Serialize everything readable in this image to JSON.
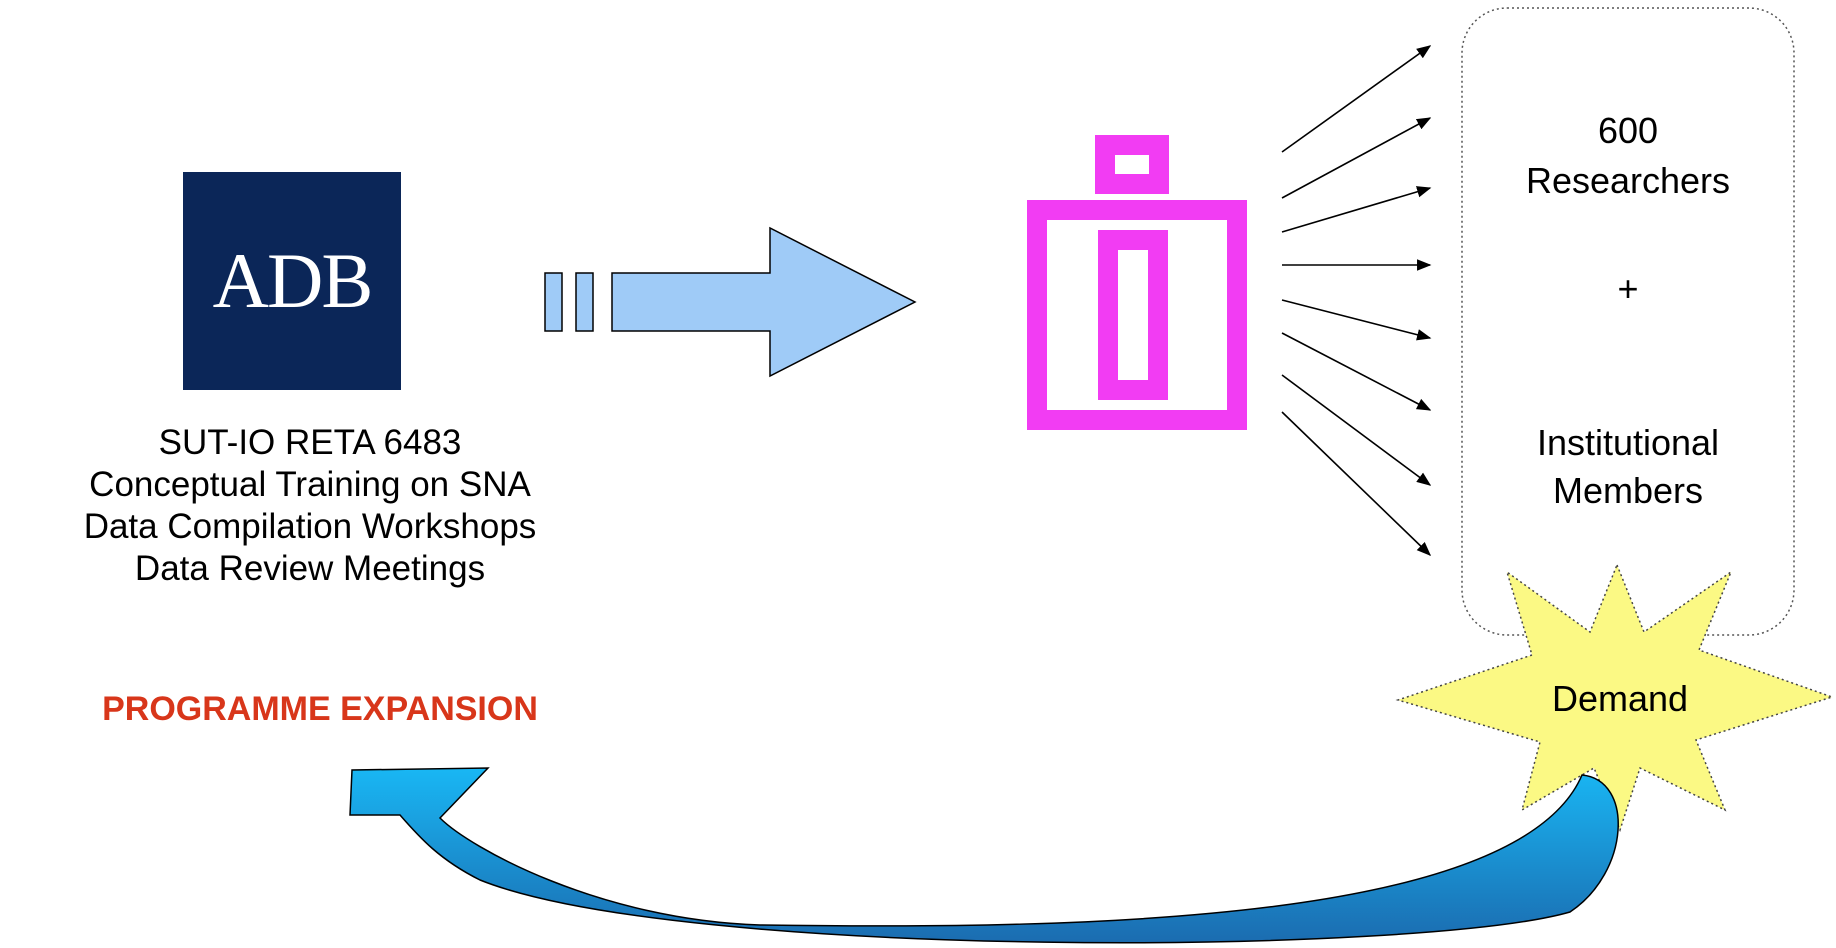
{
  "logo": {
    "text": "ADB",
    "background_color": "#0b2658",
    "text_color": "#ffffff"
  },
  "activities": [
    "SUT-IO RETA 6483",
    "Conceptual Training on SNA",
    "Data Compilation Workshops",
    "Data Review Meetings"
  ],
  "expansion": {
    "text": "PROGRAMME EXPANSION",
    "color": "#d8361a"
  },
  "audience": {
    "count": "600",
    "researchers": "Researchers",
    "plus": "+",
    "institutional": "Institutional",
    "members": "Members"
  },
  "demand": {
    "label": "Demand",
    "fill": "#fbf984"
  },
  "colors": {
    "arrow_fill": "#9fcbf7",
    "feedback_arrow_top": "#19b7f4",
    "feedback_arrow_bottom": "#1b6cb0",
    "info_icon": "#f23cf3"
  },
  "icons": {
    "center": "info-icon"
  }
}
